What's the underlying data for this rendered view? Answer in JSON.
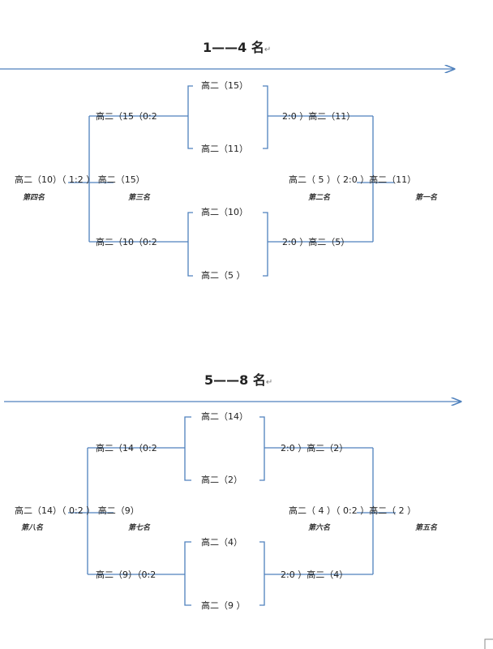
{
  "bracket_top": {
    "title": "1——4 名",
    "round1_left": {
      "top": "高二（15）",
      "bottom": "高二（11）"
    },
    "round1_left2": {
      "top": "高二（10）",
      "bottom": "高二（5 ）"
    },
    "semi_left_top": "高二（15（0:2",
    "semi_left_bottom": "高二（10（0:2",
    "semi_right_top": "2:0 ）高二（11）",
    "semi_right_bottom": "2:0 ）高二（5）",
    "final_left": "高二（10）（ 1:2 ）  高二（15）",
    "final_right": "高二（ 5 ）（  2:0 ）高二（11）",
    "rank_4": "第四名",
    "rank_3": "第三名",
    "rank_2": "第二名",
    "rank_1": "第一名"
  },
  "bracket_bottom": {
    "title": "5——8 名",
    "round1_left": {
      "top": "高二（14）",
      "bottom": "高二（2）"
    },
    "round1_left2": {
      "top": "高二（4）",
      "bottom": "高二（9 ）"
    },
    "semi_left_top": "高二（14（0:2",
    "semi_left_bottom": "高二（9）（0:2",
    "semi_right_top": "2:0 ）高二（2）",
    "semi_right_bottom": "2:0 ）高二（4）",
    "final_left": "高二（14）（  0:2 ）  高二（9）",
    "final_right": "高二（ 4 ）（   0:2 ）高二（ 2 ）",
    "rank_8": "第八名",
    "rank_7": "第七名",
    "rank_6": "第六名",
    "rank_5": "第五名"
  },
  "colors": {
    "line": "#4f81bd",
    "text": "#222222"
  },
  "para_mark": "↵"
}
